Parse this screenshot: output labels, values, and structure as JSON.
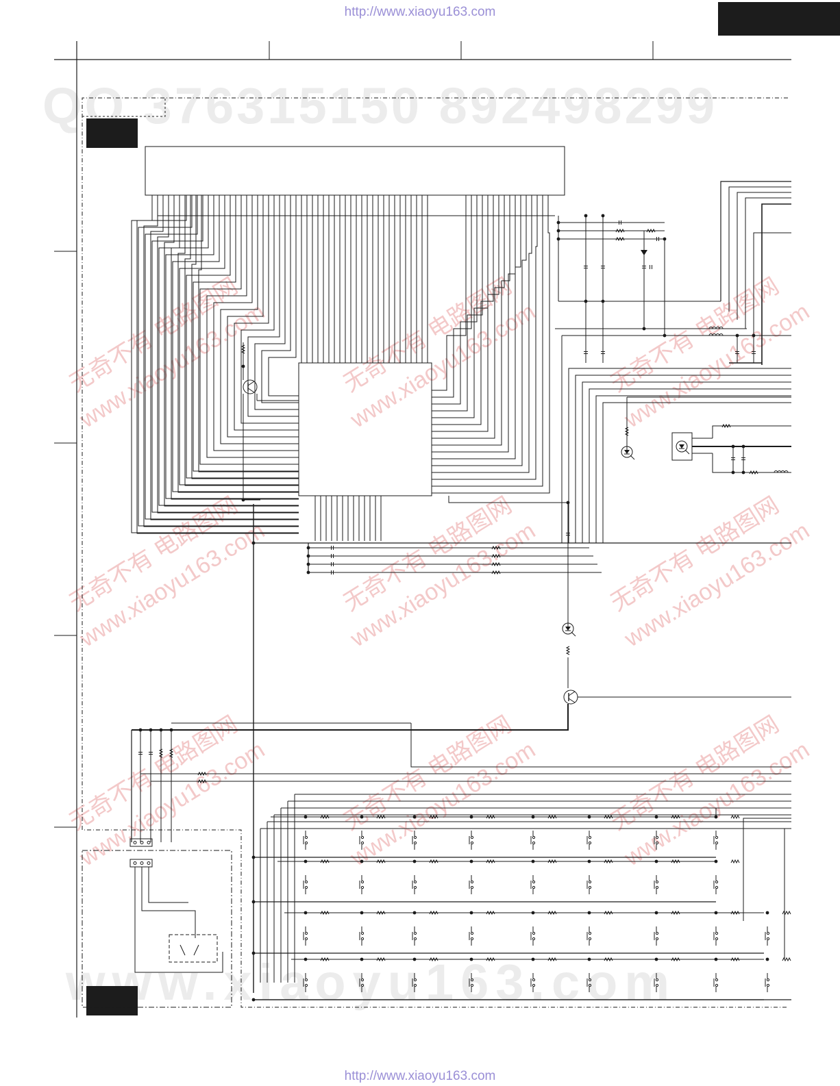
{
  "header": {
    "url_top": "http://www.xiaoyu163.com"
  },
  "footer": {
    "url_bottom": "http://www.xiaoyu163.com"
  },
  "watermarks": {
    "qq": "QQ 376315150    892498299",
    "www": "www.xiaoyu163.com",
    "diag_site": "www.xiaoyu163.com",
    "diag_cn": "无奇不有 电路图网"
  },
  "colors": {
    "url": "#9a8fd6",
    "line": "#1a1a1a",
    "tag": "#1c1c1c",
    "watermark_gray": "#ececec",
    "watermark_red": "#f3c9c9"
  }
}
